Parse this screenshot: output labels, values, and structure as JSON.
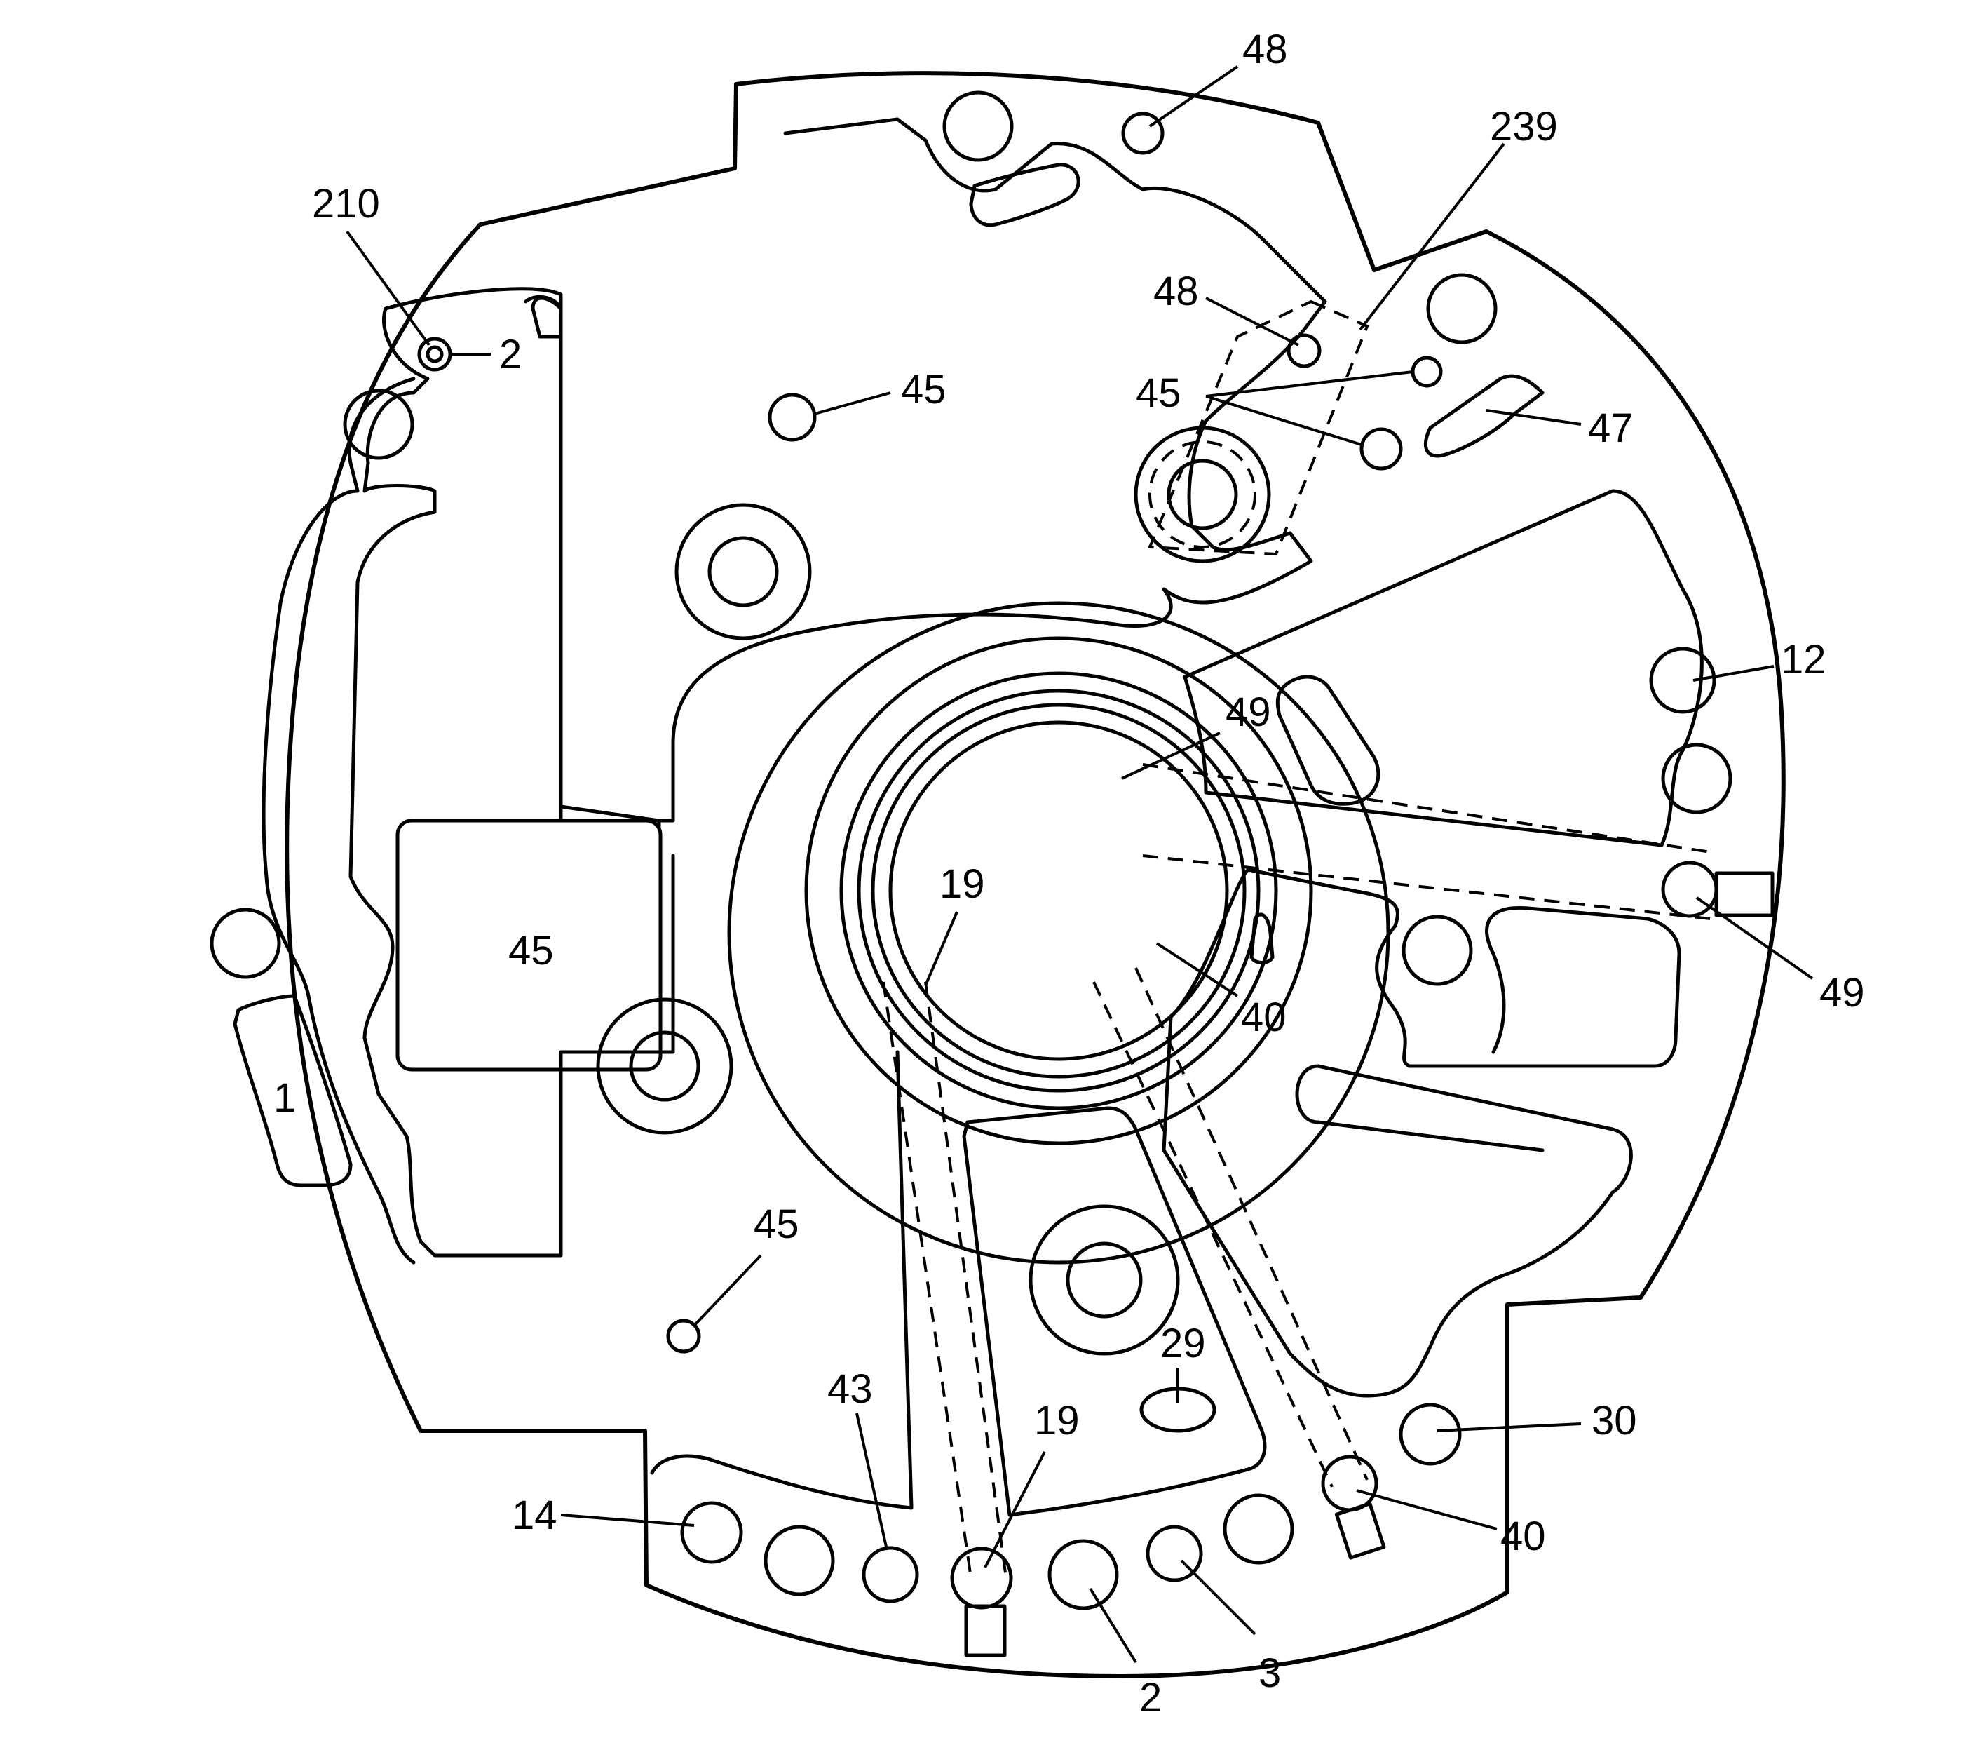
{
  "callouts": [
    {
      "id": "c-48-top",
      "text": "48"
    },
    {
      "id": "c-239",
      "text": "239"
    },
    {
      "id": "c-210",
      "text": "210"
    },
    {
      "id": "c-2-top",
      "text": "2"
    },
    {
      "id": "c-48-mid",
      "text": "48"
    },
    {
      "id": "c-45-top",
      "text": "45"
    },
    {
      "id": "c-45-right",
      "text": "45"
    },
    {
      "id": "c-47",
      "text": "47"
    },
    {
      "id": "c-12",
      "text": "12"
    },
    {
      "id": "c-49-upper",
      "text": "49"
    },
    {
      "id": "c-19-center",
      "text": "19"
    },
    {
      "id": "c-45-pad",
      "text": "45"
    },
    {
      "id": "c-40-center",
      "text": "40"
    },
    {
      "id": "c-49-right",
      "text": "49"
    },
    {
      "id": "c-1",
      "text": "1"
    },
    {
      "id": "c-45-lower",
      "text": "45"
    },
    {
      "id": "c-29",
      "text": "29"
    },
    {
      "id": "c-43",
      "text": "43"
    },
    {
      "id": "c-19-bottom",
      "text": "19"
    },
    {
      "id": "c-30",
      "text": "30"
    },
    {
      "id": "c-14",
      "text": "14"
    },
    {
      "id": "c-40-bottom",
      "text": "40"
    },
    {
      "id": "c-2-bottom",
      "text": "2"
    },
    {
      "id": "c-3",
      "text": "3"
    }
  ]
}
